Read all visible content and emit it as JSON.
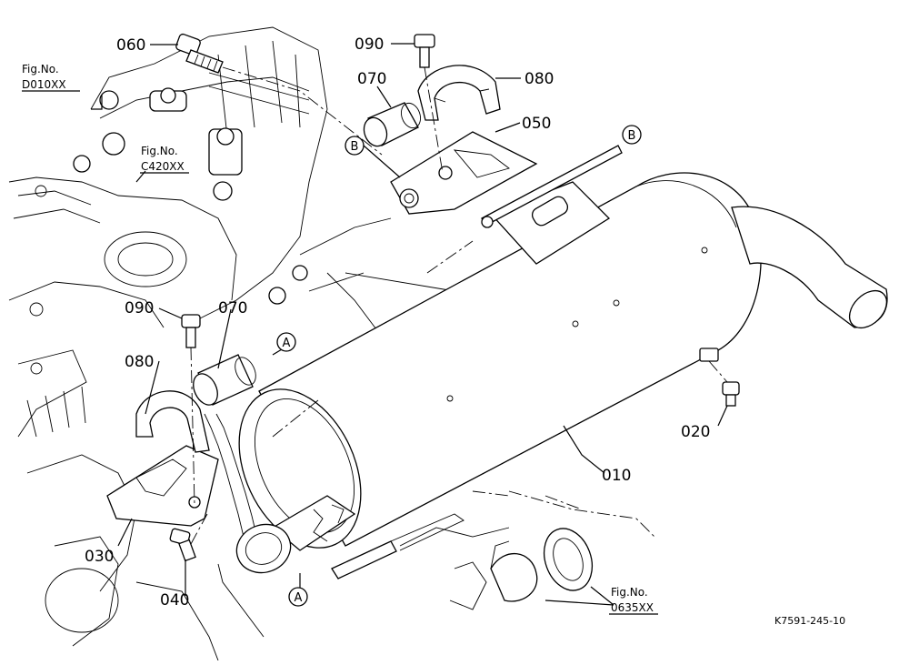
{
  "diagram": {
    "part_labels": {
      "p010": "010",
      "p020": "020",
      "p030": "030",
      "p040": "040",
      "p050": "050",
      "p060": "060",
      "p070_top": "070",
      "p070_mid": "070",
      "p080_top": "080",
      "p080_mid": "080",
      "p090_top": "090",
      "p090_mid": "090"
    },
    "fig_refs": [
      {
        "title": "Fig.No.",
        "code": "D010XX"
      },
      {
        "title": "Fig.No.",
        "code": "C420XX"
      },
      {
        "title": "Fig.No.",
        "code": "0635XX"
      }
    ],
    "circle_markers": {
      "b_left": "B",
      "b_right": "B",
      "a_mid": "A",
      "a_bottom": "A"
    },
    "drawing_code": "K7591-245-10"
  }
}
